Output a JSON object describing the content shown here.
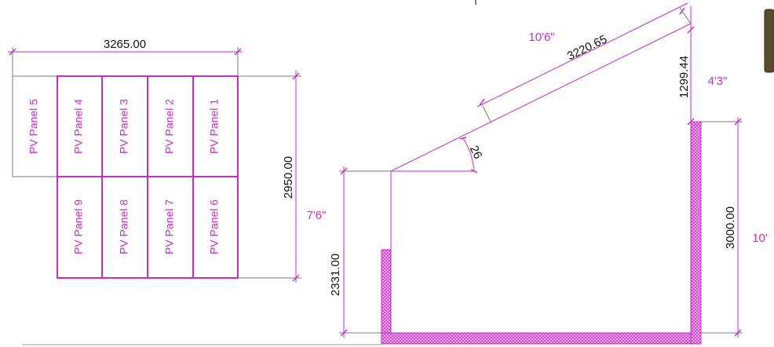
{
  "panel_layout": {
    "width_dim": "3265.00",
    "height_dim": "2950.00",
    "panels": [
      {
        "label": "PV  Panel  5"
      },
      {
        "label": "PV  Panel  4"
      },
      {
        "label": "PV  Panel  3"
      },
      {
        "label": "PV  Panel  2"
      },
      {
        "label": "PV  Panel  1"
      },
      {
        "label": "PV  Panel  9"
      },
      {
        "label": "PV  Panel  8"
      },
      {
        "label": "PV  Panel  7"
      },
      {
        "label": "PV  Panel  6"
      }
    ]
  },
  "section": {
    "roof_length_dim": "3220.65",
    "roof_length_imperial": "10'6\"",
    "rise_dim": "1299.44",
    "rise_imperial": "4'3\"",
    "angle": "26",
    "left_wall_dim": "2331.00",
    "left_wall_imperial": "7'6\"",
    "right_wall_dim": "3000.00",
    "right_wall_imperial": "10'"
  },
  "colors": {
    "accent": "#cc2bcc",
    "dimension_text": "#111111"
  }
}
